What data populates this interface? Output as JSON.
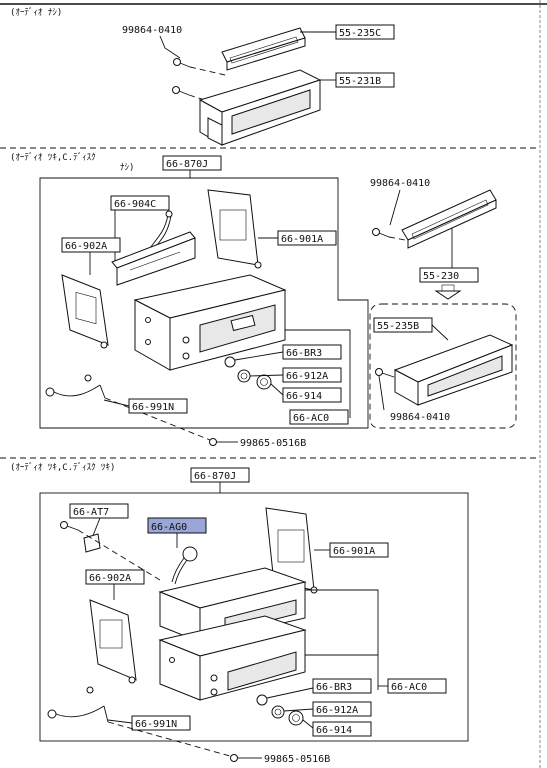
{
  "sections": {
    "s1_header": "(ｵｰﾃﾞｨｵ ﾅｼ)",
    "s2_header_l1": "(ｵｰﾃﾞｨｵ ﾂｷ,C.ﾃﾞｨｽｸ",
    "s2_header_l2": "ﾅｼ)",
    "s3_header": "(ｵｰﾃﾞｨｵ ﾂｷ,C.ﾃﾞｨｽｸ ﾂｷ)"
  },
  "labels": {
    "s1_screw": "99864-0410",
    "s1_a": "55-235C",
    "s1_b": "55-231B",
    "s2_asm": "66-870J",
    "s2_904c": "66-904C",
    "s2_902a": "66-902A",
    "s2_901a": "66-901A",
    "s2_br3": "66-BR3",
    "s2_912a": "66-912A",
    "s2_914": "66-914",
    "s2_ac0": "66-AC0",
    "s2_991n": "66-991N",
    "s2_bolt": "99865-0516B",
    "s2_screw_top": "99864-0410",
    "s2_230": "55-230",
    "s2_235b": "55-235B",
    "s2_screw_bot": "99864-0410",
    "s3_asm": "66-870J",
    "s3_at7": "66-AT7",
    "s3_ag0": "66-AG0",
    "s3_901a": "66-901A",
    "s3_902a": "66-902A",
    "s3_br3": "66-BR3",
    "s3_ac0": "66-AC0",
    "s3_912a": "66-912A",
    "s3_914": "66-914",
    "s3_991n": "66-991N",
    "s3_bolt": "99865-0516B"
  },
  "colors": {
    "ink": "#111111",
    "highlight": "#9aa6d6",
    "paper": "#ffffff"
  }
}
